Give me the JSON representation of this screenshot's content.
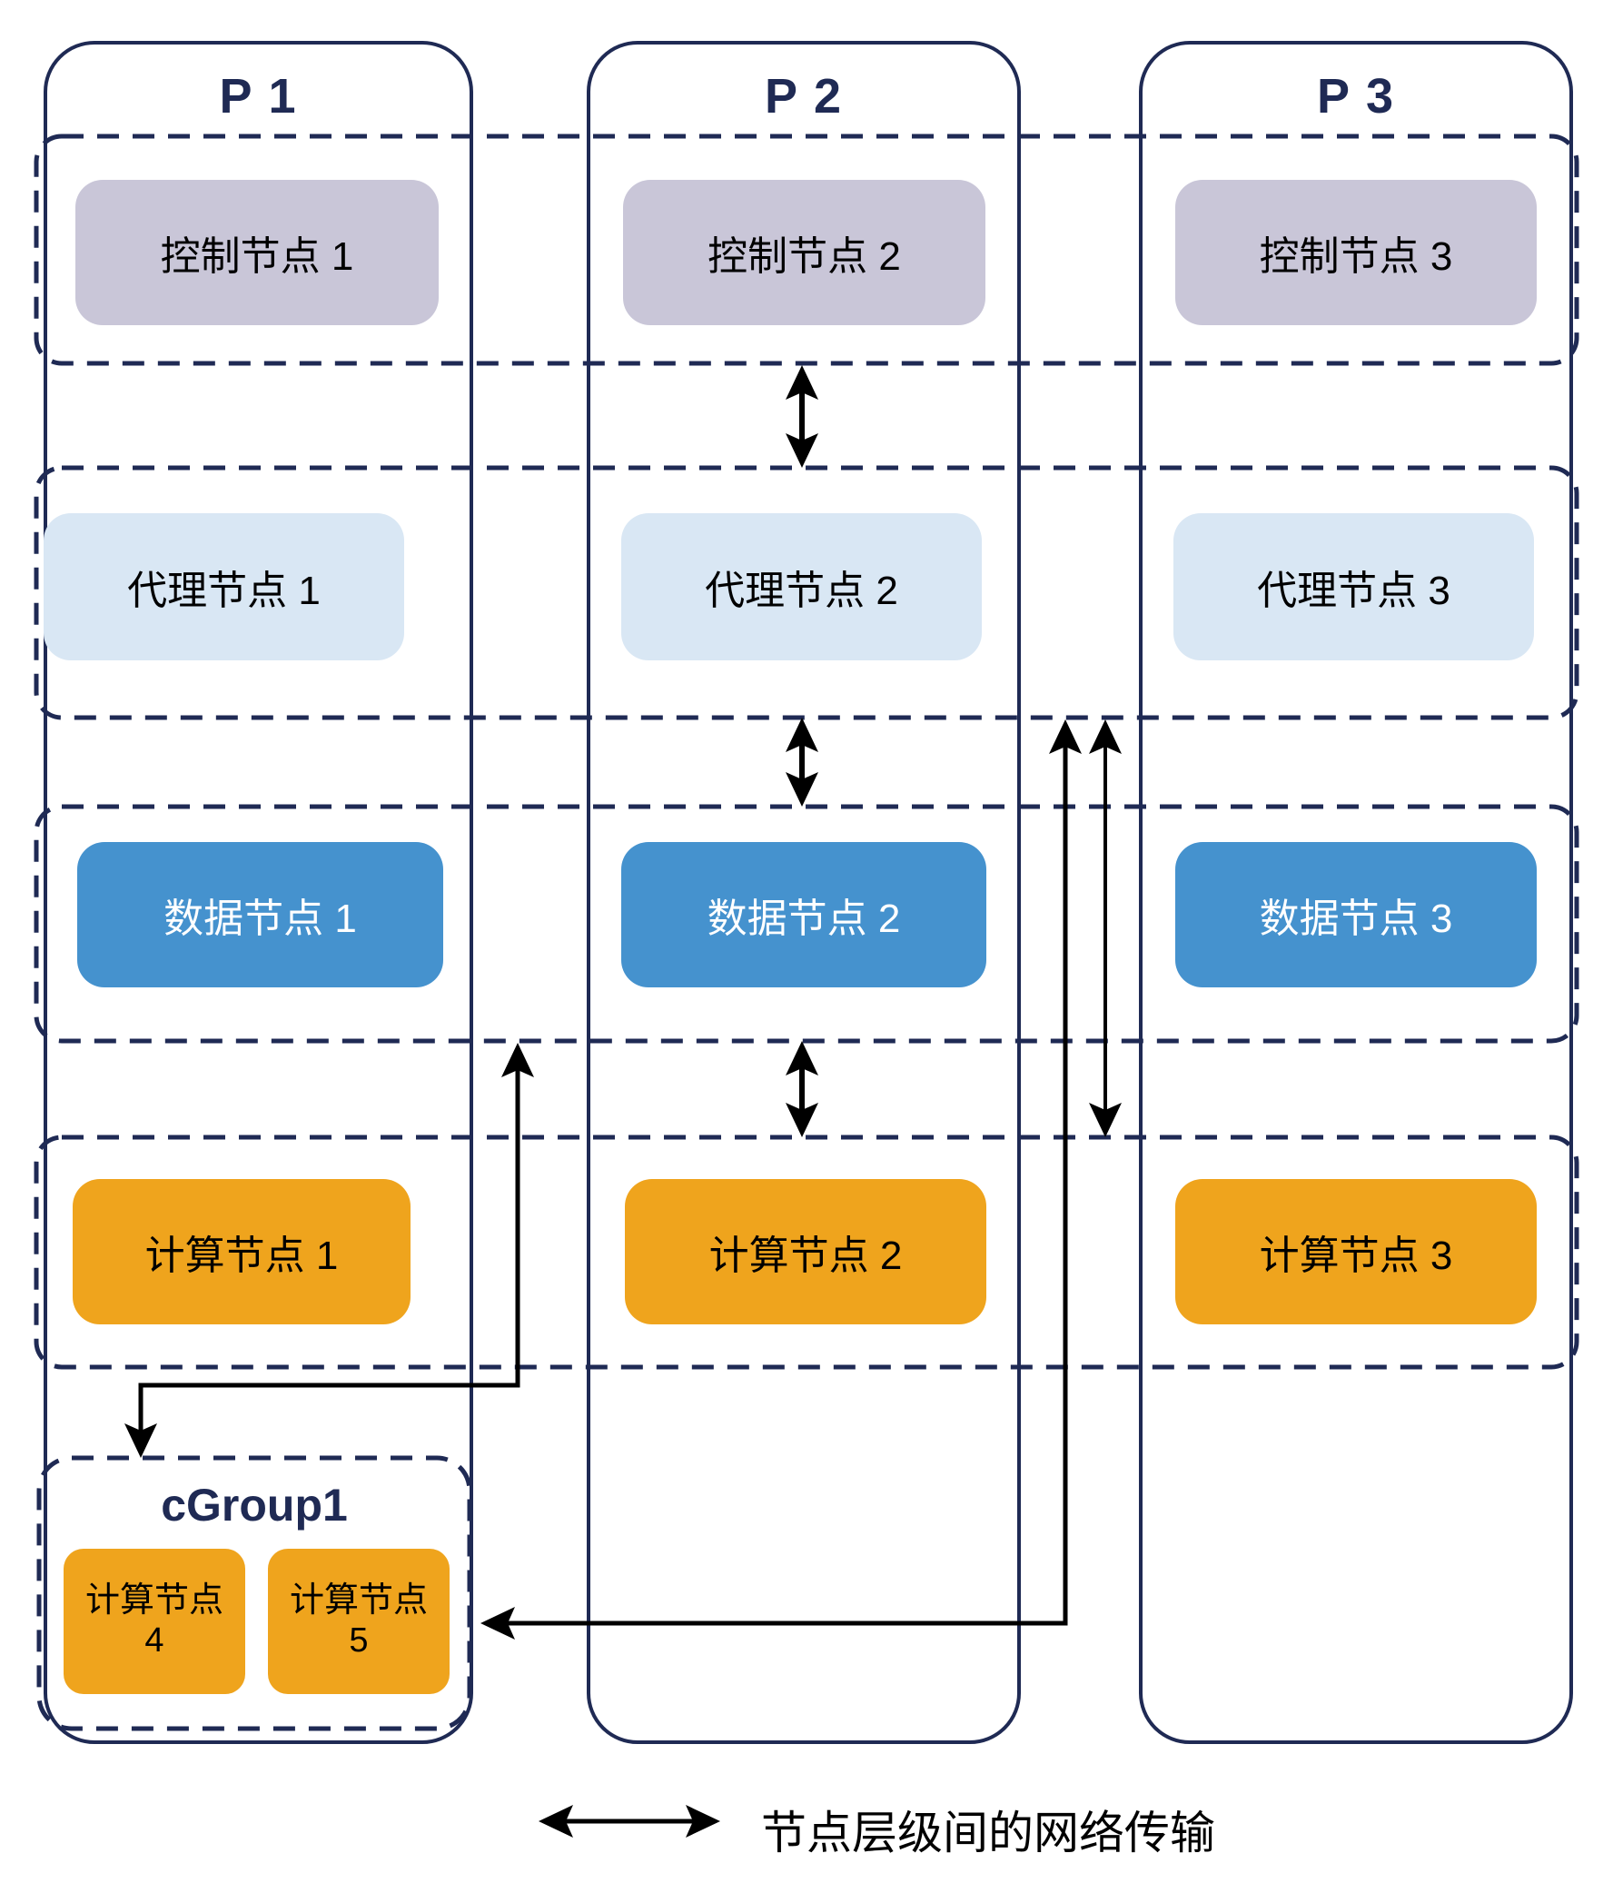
{
  "columns": [
    {
      "title": "P 1",
      "nodes": {
        "control": "控制节点 1",
        "proxy": "代理节点 1",
        "data": "数据节点 1",
        "compute": "计算节点 1"
      }
    },
    {
      "title": "P 2",
      "nodes": {
        "control": "控制节点 2",
        "proxy": "代理节点 2",
        "data": "数据节点 2",
        "compute": "计算节点 2"
      }
    },
    {
      "title": "P 3",
      "nodes": {
        "control": "控制节点 3",
        "proxy": "代理节点 3",
        "data": "数据节点 3",
        "compute": "计算节点 3"
      }
    }
  ],
  "cgroup": {
    "title": "cGroup1",
    "nodes": [
      {
        "name": "计算节点",
        "number": "4"
      },
      {
        "name": "计算节点",
        "number": "5"
      }
    ]
  },
  "legend": {
    "label": "节点层级间的网络传输"
  },
  "colors": {
    "outline": "#1f2a54",
    "control_fill": "#c9c6d8",
    "proxy_fill": "#d9e7f4",
    "data_fill": "#4592ce",
    "compute_fill": "#efa41d",
    "arrow": "#000000"
  }
}
